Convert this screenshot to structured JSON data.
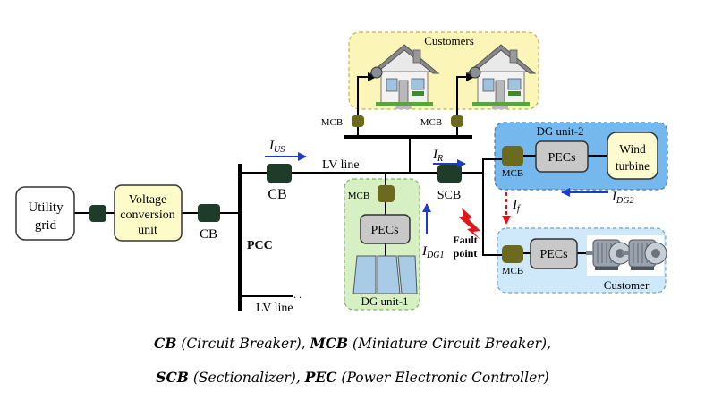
{
  "colors": {
    "breaker": "#1f3b2a",
    "mcb": "#6b6a1e",
    "pec_box": "#c8c8c8",
    "voltage_box": "#fdfbc8",
    "wind_box": "#fffbd0",
    "customers_bg": "#fbf5b8",
    "dg1_bg": "#d6f0c4",
    "dg2_bg": "#74b8ee",
    "customer_bg": "#cfe8fa",
    "current_arrow": "#1a3ec8",
    "fault": "#e0161b"
  },
  "icons": [
    "house-icon",
    "motor-icon",
    "solar-panel-icon",
    "lightning-icon"
  ],
  "labels": {
    "utility_grid": [
      "Utility",
      "grid"
    ],
    "voltage_unit": [
      "Voltage",
      "conversion",
      "unit"
    ],
    "cb_near_utility": "CB",
    "cb_main": "CB",
    "pcc": "PCC",
    "lv_line_main": "LV line",
    "lv_line_bottom": "LV line",
    "lv_line_dots": ". .",
    "customers_title": "Customers",
    "mcb_house1": "MCB",
    "mcb_house2": "MCB",
    "dg1_mcb": "MCB",
    "dg1_pecs": "PECs",
    "dg1_title": "DG unit-1",
    "scb": "SCB",
    "dg2_title": "DG unit-2",
    "dg2_mcb": "MCB",
    "dg2_pecs": "PECs",
    "wind_turbine": [
      "Wind",
      "turbine"
    ],
    "fault_point": [
      "Fault",
      "point"
    ],
    "customer_mcb": "MCB",
    "customer_pecs": "PECs",
    "customer_title": "Customer"
  },
  "currents": {
    "ius": {
      "main": "I",
      "sub": "US"
    },
    "ir": {
      "main": "I",
      "sub": "R"
    },
    "if": {
      "main": "I",
      "sub": "f"
    },
    "idg1": {
      "main": "I",
      "sub": "DG1"
    },
    "idg2": {
      "main": "I",
      "sub": "DG2"
    }
  },
  "legend": {
    "line1": [
      {
        "abbr": "CB",
        "full": " (Circuit Breaker), "
      },
      {
        "abbr": "MCB",
        "full": " (Miniature Circuit Breaker),"
      }
    ],
    "line2": [
      {
        "abbr": "SCB",
        "full": " (Sectionalizer), "
      },
      {
        "abbr": "PEC",
        "full": " (Power Electronic Controller)"
      }
    ]
  }
}
